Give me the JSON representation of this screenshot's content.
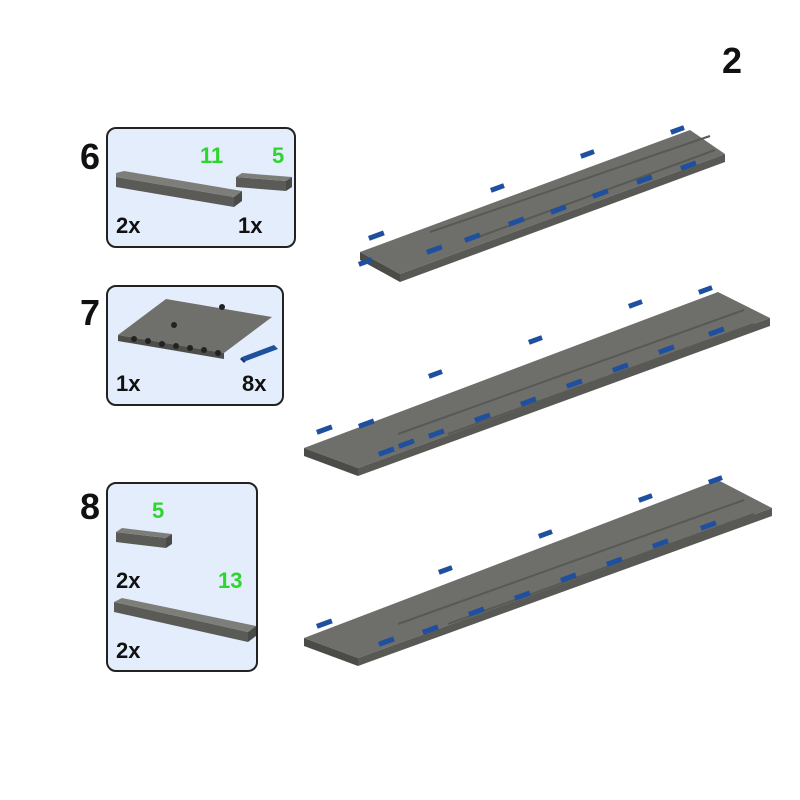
{
  "page": {
    "number": "2"
  },
  "steps": [
    {
      "number": "6",
      "parts": [
        {
          "name": "beam-11",
          "length_label": "11",
          "quantity": "2x"
        },
        {
          "name": "beam-5",
          "length_label": "5",
          "quantity": "1x"
        }
      ]
    },
    {
      "number": "7",
      "parts": [
        {
          "name": "panel-7",
          "quantity": "1x"
        },
        {
          "name": "blue-axle-pin",
          "quantity": "8x"
        }
      ]
    },
    {
      "number": "8",
      "parts": [
        {
          "name": "beam-5",
          "length_label": "5",
          "quantity": "2x"
        },
        {
          "name": "beam-13",
          "length_label": "13",
          "quantity": "2x"
        }
      ]
    }
  ],
  "colors": {
    "callout_bg": "#e3edfb",
    "length_label": "#2fd52f",
    "beam_gray": "#6b6c68",
    "pin_blue": "#1f4f9f"
  }
}
